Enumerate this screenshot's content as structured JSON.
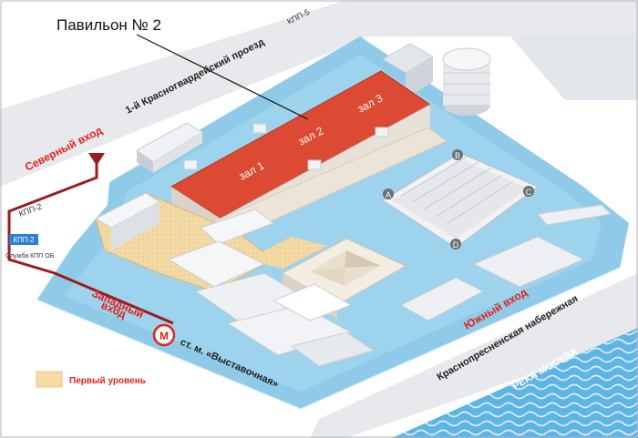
{
  "title": "Павильон № 2",
  "halls": [
    "зал 1",
    "зал 2",
    "зал 3"
  ],
  "roads": {
    "north_road": "1-й Красногвардейский проезд",
    "embankment": "Краснопресненская набережная",
    "river": "РЕКА МОСКВА"
  },
  "entrances": {
    "north": "Северный вход",
    "west_line1": "Западный",
    "west_line2": "вход",
    "south": "Южный вход"
  },
  "checkpoints": {
    "kpp5": "КПП-5",
    "kpp2": "КПП-2",
    "kpp2_box": "КПП-2",
    "service": "Служба КПП ОБ"
  },
  "metro": {
    "letter": "М",
    "station": "ст. м. «Выставочная»"
  },
  "building_letters": [
    "B",
    "C",
    "D",
    "A"
  ],
  "legend": {
    "first_level": "Первый уровень"
  },
  "colors": {
    "hall_red": "#dc4a33",
    "water_blue": "#8fcbe8",
    "road_gray": "#e7e9ec",
    "route_maroon": "#9b1b1f",
    "first_level": "#f7dba3",
    "accent_red": "#e2231a"
  }
}
